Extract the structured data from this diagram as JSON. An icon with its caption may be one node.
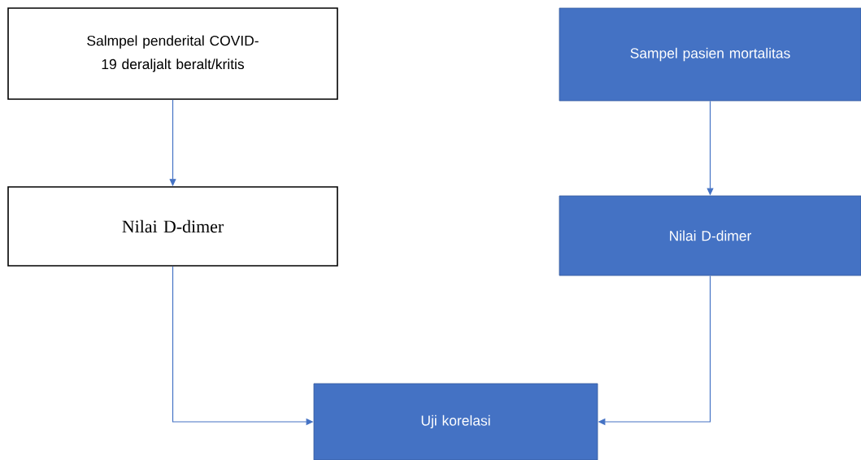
{
  "diagram": {
    "nodes": [
      {
        "text": [
          "Salmpel penderital COVID-19 deraljalt beralt/kritis"
        ]
      },
      {
        "text": [
          "Sampel pasien mortalitas"
        ]
      },
      {
        "text": [
          "Nilai D-dimer"
        ]
      },
      {
        "text": [
          "Nilai D-dimer"
        ]
      },
      {
        "text": [
          "Uji korelasi"
        ]
      }
    ],
    "edges": [
      {
        "from": 0,
        "to": 2,
        "arrow": "to"
      },
      {
        "from": 1,
        "to": 3,
        "arrow": "to"
      },
      {
        "from": 2,
        "to": 4,
        "arrow": "to"
      },
      {
        "from": 3,
        "to": 4,
        "arrow": "to"
      }
    ]
  }
}
